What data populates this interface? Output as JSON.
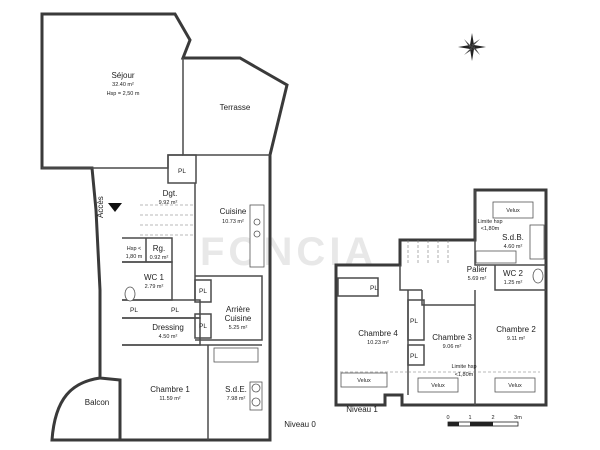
{
  "levels": {
    "ground": "Niveau 0",
    "upper": "Niveau 1"
  },
  "access_label": "Accès",
  "rooms": {
    "sejour": {
      "name": "Séjour",
      "area": "32.40 m²",
      "extra": "Hsp = 2,50 m"
    },
    "terrasse": {
      "name": "Terrasse"
    },
    "dgt": {
      "name": "Dgt.",
      "area": "9.92 m²"
    },
    "cuisine": {
      "name": "Cuisine",
      "area": "10.73 m²"
    },
    "hsp_note": {
      "line1": "Hsp <",
      "line2": "1,80 m"
    },
    "rg": {
      "name": "Rg.",
      "area": "0.92 m²"
    },
    "wc1": {
      "name": "WC 1",
      "area": "2.79 m²"
    },
    "arriere": {
      "name": "Arrière",
      "name2": "Cuisine",
      "area": "5.25 m²"
    },
    "dressing": {
      "name": "Dressing",
      "area": "4.50 m²"
    },
    "chambre1": {
      "name": "Chambre 1",
      "area": "11.59 m²"
    },
    "sde": {
      "name": "S.d.E.",
      "area": "7.98 m²"
    },
    "balcon": {
      "name": "Balcon"
    },
    "palier": {
      "name": "Palier",
      "area": "5.69 m²"
    },
    "sdb": {
      "name": "S.d.B.",
      "area": "4.60 m²"
    },
    "limite1": {
      "line1": "Limite hsp",
      "line2": "<1,80m"
    },
    "wc2": {
      "name": "WC 2",
      "area": "1.25 m²"
    },
    "chambre4": {
      "name": "Chambre 4",
      "area": "10.23 m²"
    },
    "chambre3": {
      "name": "Chambre 3",
      "area": "9.06 m²"
    },
    "chambre2": {
      "name": "Chambre 2",
      "area": "9.11 m²"
    },
    "limite2": {
      "line1": "Limite hsp",
      "line2": "<1,80m"
    }
  },
  "placards": [
    "PL",
    "PL",
    "PL",
    "PL",
    "PL",
    "PL",
    "PL",
    "PL"
  ],
  "velux": [
    "Velux",
    "Velux",
    "Velux",
    "Velux"
  ],
  "scale": {
    "ticks": [
      "0",
      "1",
      "2",
      "3m"
    ]
  },
  "watermark": "FONCIA"
}
